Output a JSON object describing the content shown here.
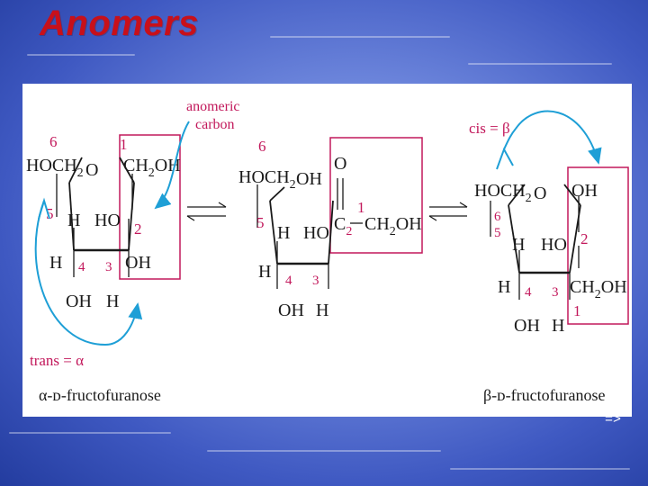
{
  "title": "Anomers",
  "nav": {
    "next_label": "=>"
  },
  "colors": {
    "title": "#c8101a",
    "magenta": "#c2185b",
    "cyan": "#1e9fd6",
    "text": "#1a1a1a"
  },
  "figure": {
    "annotations": {
      "anomeric": "anomeric",
      "carbon": "carbon",
      "cis": "cis = β",
      "trans": "trans = α"
    },
    "names": {
      "alpha": "α-ᴅ-fructofuranose",
      "beta": "β-ᴅ-fructofuranose"
    },
    "alpha": {
      "c6": "6",
      "hoch": "HOCH",
      "hoch_sub": "2",
      "ring_o": "O",
      "c1": "1",
      "ch2oh": "CH",
      "ch2oh_sub": "2",
      "ch2oh_end": "OH",
      "c5": "5",
      "h5": "H",
      "ho": "HO",
      "c2": "2",
      "h_left": "H",
      "c4": "4",
      "c3": "3",
      "oh_right": "OH",
      "oh_bottom": "OH",
      "h_bottom": "H"
    },
    "open": {
      "c6": "6",
      "hoch": "HOCH",
      "hoch_sub": "2",
      "oh_top": "OH",
      "o": "O",
      "c1": "1",
      "c": "C",
      "c_sub": "2",
      "ch2oh": "CH",
      "ch2oh_sub": "2",
      "ch2oh_end": "OH",
      "c5": "5",
      "h5": "H",
      "ho": "HO",
      "h_left": "H",
      "c4": "4",
      "c3": "3",
      "oh_bottom": "OH",
      "h_bottom": "H"
    },
    "beta": {
      "hoch": "HOCH",
      "hoch_sub": "2",
      "ring_o": "O",
      "oh_top": "OH",
      "c6": "6",
      "c5": "5",
      "h5": "H",
      "ho": "HO",
      "c2": "2",
      "h_left": "H",
      "c4": "4",
      "c3": "3",
      "ch2oh": "CH",
      "ch2oh_sub": "2",
      "ch2oh_end": "OH",
      "c1": "1",
      "oh_bottom": "OH",
      "h_bottom": "H"
    }
  }
}
